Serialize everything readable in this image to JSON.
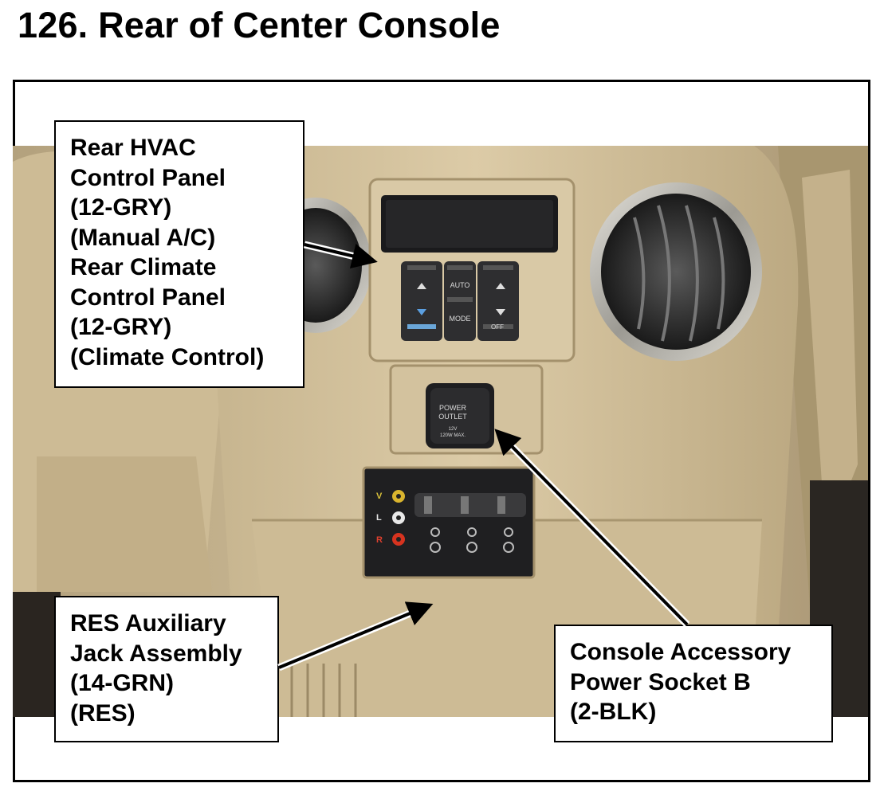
{
  "header": {
    "title": "126.  Rear of Center Console"
  },
  "callouts": {
    "hvac": {
      "lines": [
        "Rear HVAC",
        "Control Panel",
        "(12-GRY)",
        "(Manual A/C)",
        "Rear Climate",
        "Control Panel",
        "(12-GRY)",
        "(Climate Control)"
      ]
    },
    "res": {
      "lines": [
        "RES Auxiliary",
        "Jack Assembly",
        "(14-GRN)",
        "(RES)"
      ]
    },
    "power": {
      "lines": [
        "Console Accessory",
        "Power Socket B",
        "(2-BLK)"
      ]
    }
  },
  "photo": {
    "hvac_buttons": [
      "AUTO",
      "MODE",
      "OFF"
    ],
    "outlet_label": [
      "POWER",
      "OUTLET",
      "12V",
      "120W MAX."
    ],
    "jack_labels": [
      "V",
      "L",
      "R"
    ]
  },
  "colors": {
    "trim_beige": "#c9b794",
    "panel_beige": "#d6c6a3",
    "shadow": "#8a7a5c",
    "button_dark": "#2e2e30",
    "vent_chrome": "#b9b6ad",
    "arrow": "#000000"
  }
}
